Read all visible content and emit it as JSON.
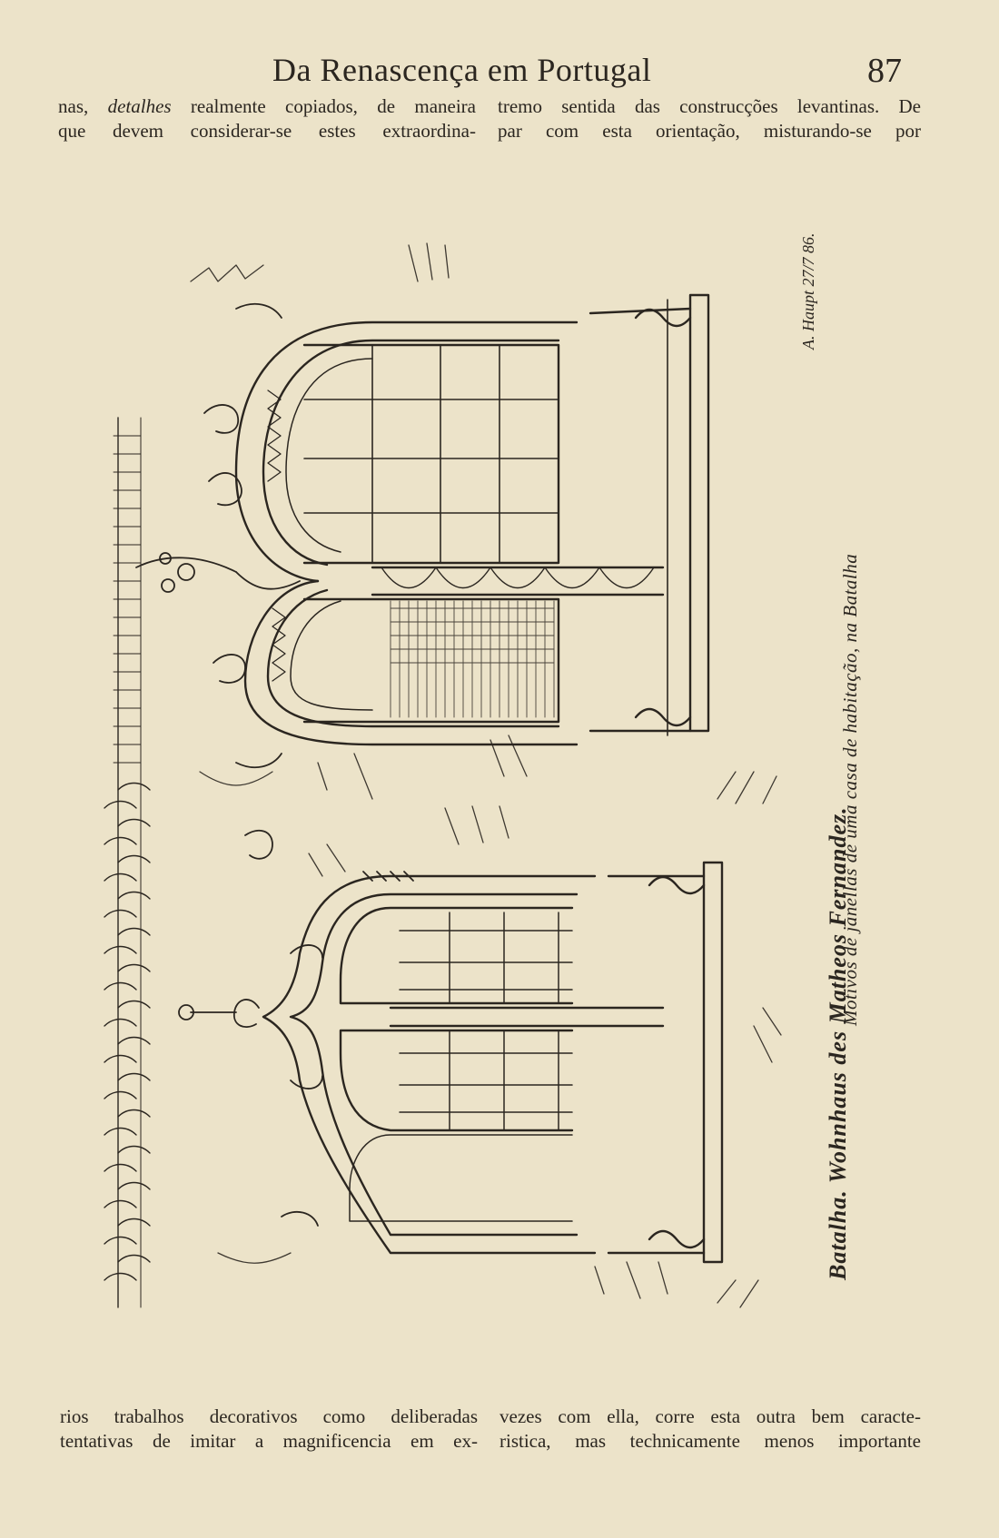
{
  "header": {
    "title": "Da Renascença em Portugal",
    "page_number": "87"
  },
  "text_top": {
    "left": {
      "line1_italic": "detalhes",
      "line1_prefix": "nas, ",
      "line1_suffix": " realmente copiados, de maneira",
      "line2": "que devem considerar-se estes extraordina-"
    },
    "right": {
      "line1": "tremo sentida das construcções levantinas. De",
      "line2": "par com esta orientação, misturando-se por"
    }
  },
  "text_bottom": {
    "left": {
      "line1": "rios trabalhos decorativos como deliberadas",
      "line2": "tentativas de imitar a magnificencia em ex-"
    },
    "right": {
      "line1": "vezes com ella, corre esta outra bem caracte-",
      "line2": "ristica, mas technicamente menos importante"
    }
  },
  "figure": {
    "caption_main": "Batalha. Wohnhaus des Matheos Fernandez.",
    "caption_sub": "Motivos de janellas de uma casa de habitação, na Batalha",
    "signature": "A. Haupt 27/7 86."
  },
  "colors": {
    "paper": "#ece3c9",
    "ink": "#2b2620"
  }
}
